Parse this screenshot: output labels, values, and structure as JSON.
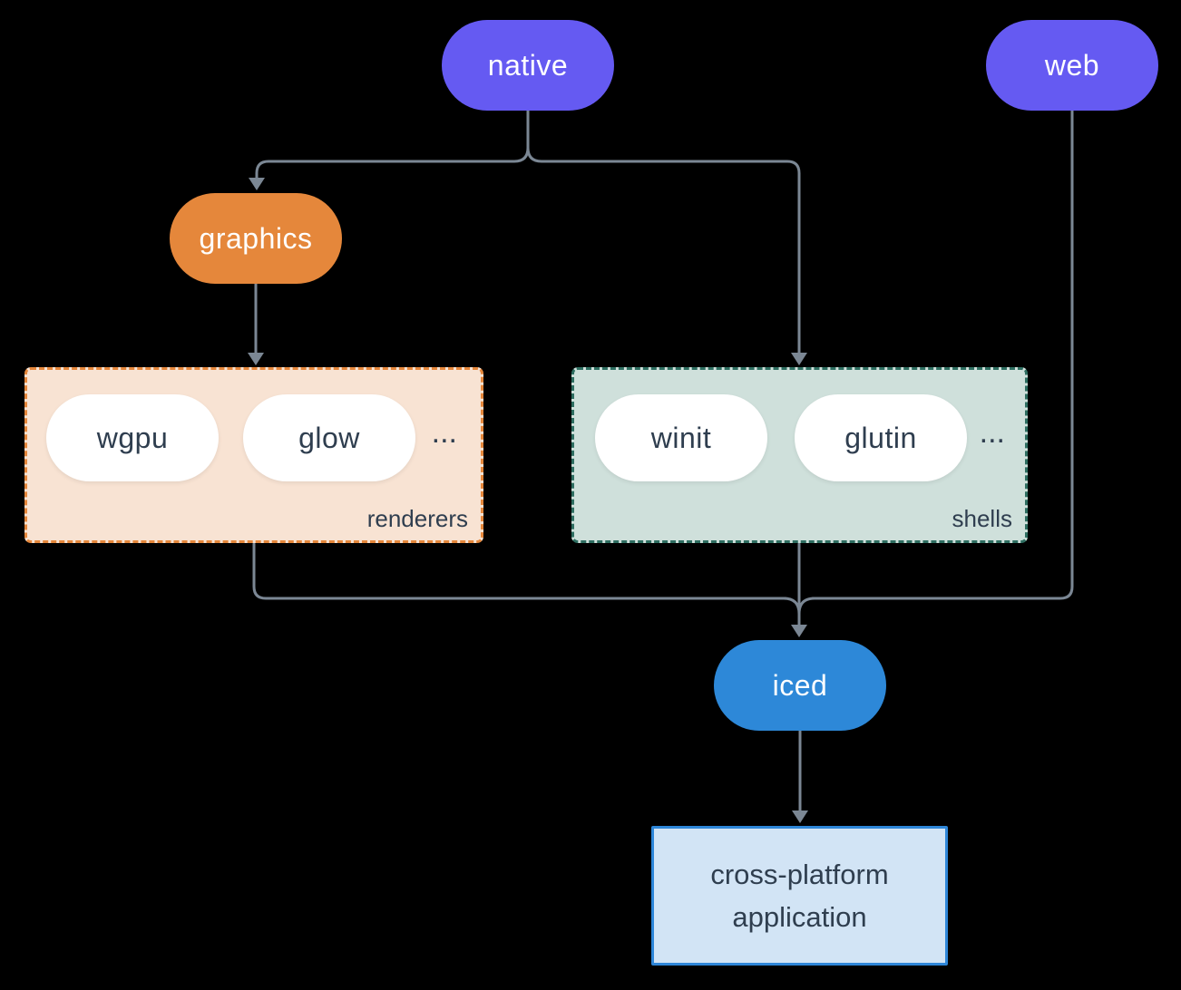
{
  "diagram": {
    "nodes": {
      "native": "native",
      "web": "web",
      "graphics": "graphics",
      "iced": "iced"
    },
    "groups": {
      "renderers": {
        "label": "renderers",
        "items": [
          "wgpu",
          "glow"
        ],
        "more": "..."
      },
      "shells": {
        "label": "shells",
        "items": [
          "winit",
          "glutin"
        ],
        "more": "..."
      }
    },
    "app": {
      "line1": "cross-platform",
      "line2": "application"
    },
    "colors": {
      "background": "#000000",
      "node_purple": "#655af2",
      "node_orange": "#e5873b",
      "node_blue": "#2d88d8",
      "renderers_fill": "#f8e3d3",
      "renderers_border": "#e5873b",
      "shells_fill": "#cfe0db",
      "shells_border": "#2e6e61",
      "app_fill": "#d2e4f5",
      "app_border": "#2e86d8",
      "connector": "#7b8794",
      "dark_text": "#2f3e4f"
    }
  }
}
